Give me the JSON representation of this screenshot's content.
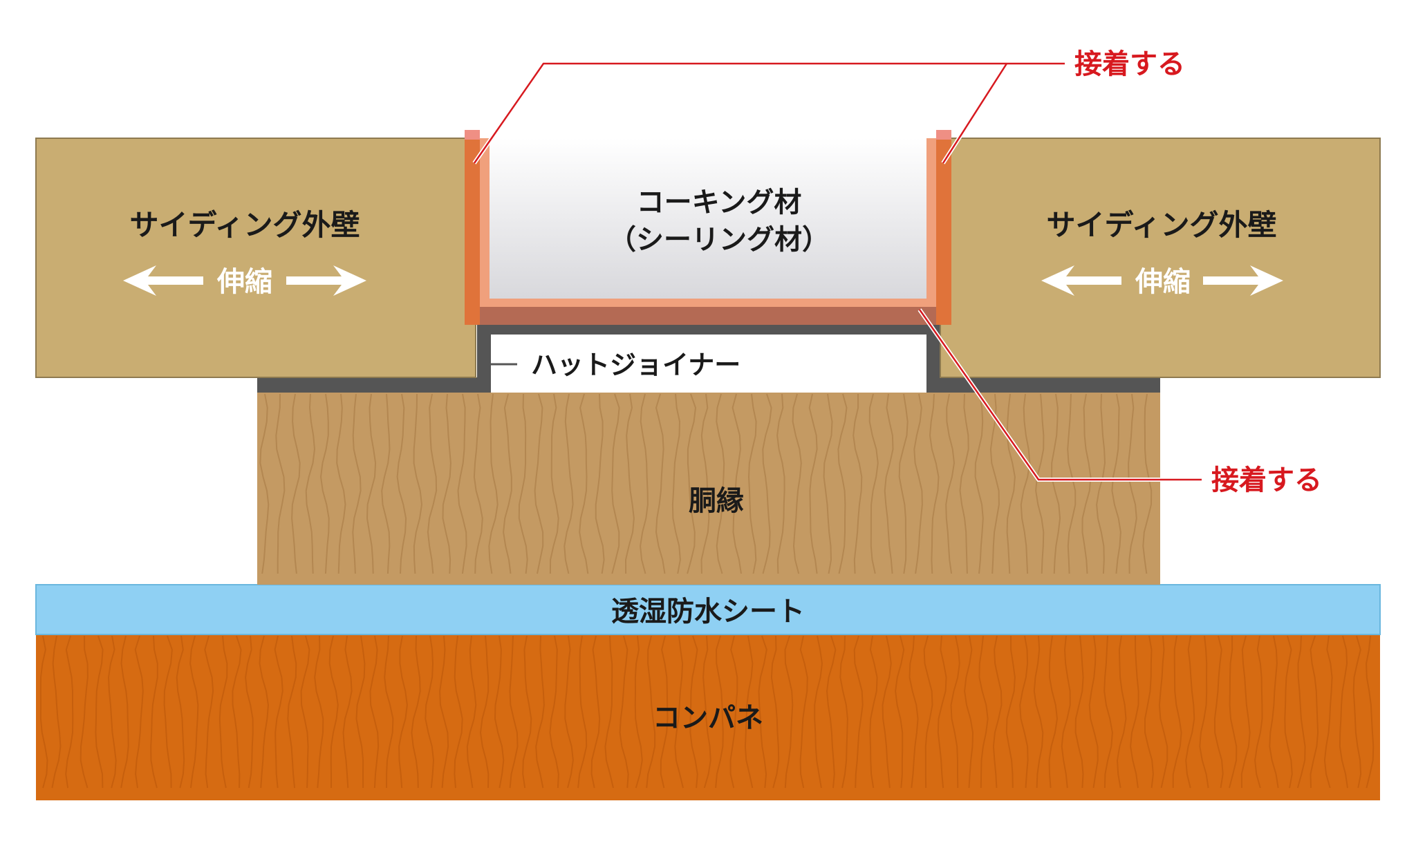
{
  "labels": {
    "siding_left": "サイディング外壁",
    "siding_right": "サイディング外壁",
    "expansion_left": "伸縮",
    "expansion_right": "伸縮",
    "caulking_line1": "コーキング材",
    "caulking_line2": "（シーリング材）",
    "hat_joiner": "ハットジョイナー",
    "furring_strip": "胴縁",
    "membrane": "透湿防水シート",
    "plywood": "コンパネ",
    "adhere_top": "接着する",
    "adhere_bottom": "接着する"
  },
  "icons": {
    "expansion_arrows": "double-arrow-left-right-icon"
  },
  "colors": {
    "siding": "#c9ad72",
    "caulking_top": "#ffffff",
    "caulking_bottom": "#d8d8dc",
    "primer_orange": "#e0733a",
    "primer_pink": "#ef8f84",
    "backing_brown": "#b46a54",
    "joiner_dark": "#555555",
    "furring_wood": "#c49a63",
    "membrane": "#8fd0f3",
    "plywood": "#d66b12",
    "callout_red": "#d7191f"
  }
}
